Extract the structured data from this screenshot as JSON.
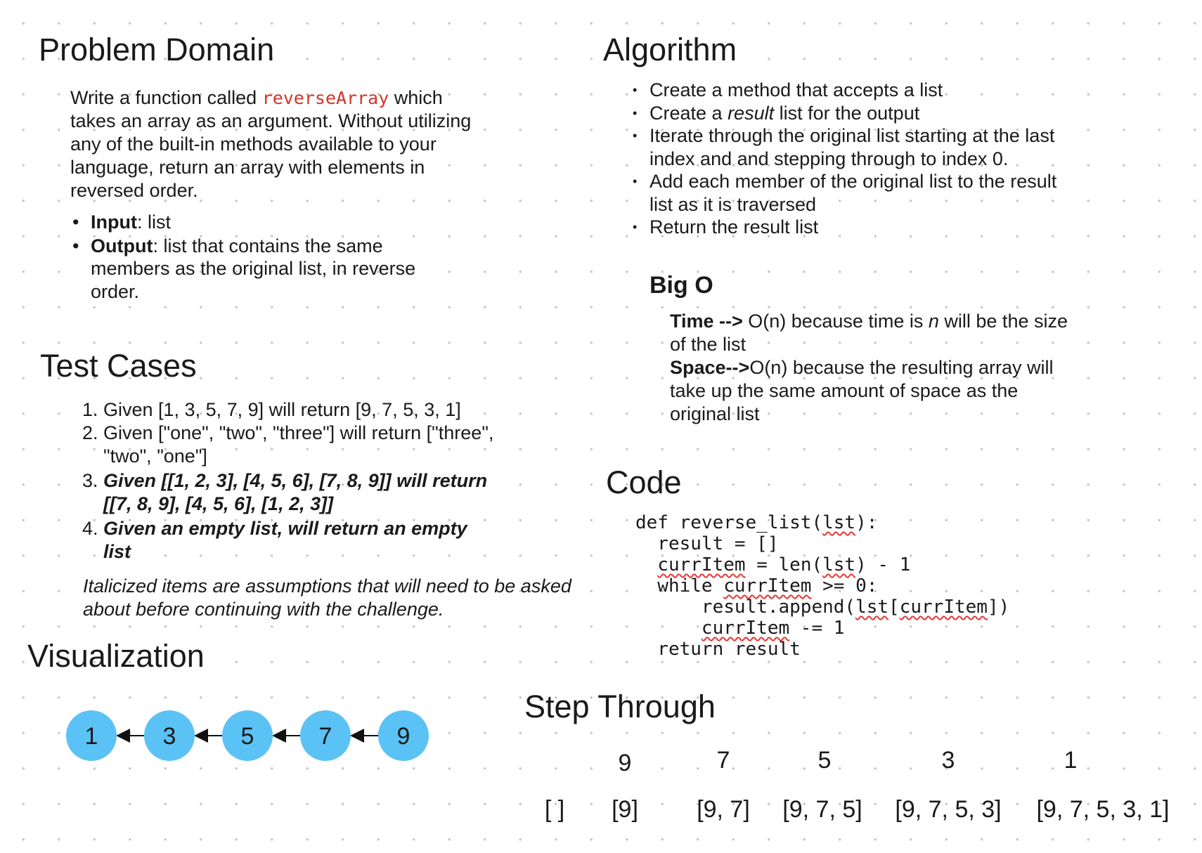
{
  "problem_domain": {
    "title": "Problem Domain",
    "desc_before": "Write a function called ",
    "desc_code": "reverseArray",
    "desc_after": " which takes an array as an argument. Without utilizing any of the built-in methods available to your language, return an array with elements in reversed order.",
    "input_label": "Input",
    "input_text": ": list",
    "output_label": "Output",
    "output_text": ": list that contains the same members as the original list, in reverse order."
  },
  "test_cases": {
    "title": "Test Cases",
    "items": [
      {
        "n": "1.",
        "text": "Given [1, 3, 5, 7, 9] will return [9, 7, 5, 3, 1]"
      },
      {
        "n": "2.",
        "text": "Given [\"one\", \"two\", \"three\"] will return [\"three\", \"two\", \"one\"]"
      },
      {
        "n": "3.",
        "text": "Given [[1, 2, 3], [4, 5, 6], [7, 8, 9]] will return [[7, 8, 9], [4, 5, 6], [1, 2, 3]]"
      },
      {
        "n": "4.",
        "text": "Given an empty list, will return an empty list"
      }
    ],
    "note": "Italicized items are assumptions that will need to be asked about before continuing with the challenge."
  },
  "visualization": {
    "title": "Visualization",
    "nodes": [
      "1",
      "3",
      "5",
      "7",
      "9"
    ],
    "node_color": "#5bc2f5"
  },
  "algorithm": {
    "title": "Algorithm",
    "steps": {
      "s1": "Create a method that accepts a list",
      "s2_before": "Create a ",
      "s2_italic": "result",
      "s2_after": " list for the output",
      "s3": "Iterate through the original list starting at the last index and and stepping through to index 0.",
      "s4": "Add each member of the original list to the result list as it is traversed",
      "s5": "Return the result list"
    },
    "big_o": {
      "title": "Big O",
      "time_label": "Time -->",
      "time_before": " O(n) because time is ",
      "time_italic": "n",
      "time_after": " will be the size of the list",
      "space_label": "Space-->",
      "space_text": "O(n) because the resulting array will take up the same amount of space as the original list"
    }
  },
  "code": {
    "title": "Code",
    "l1_a": "def reverse_list(",
    "l1_b": "lst",
    "l1_c": "):",
    "l2": "  result = []",
    "l3_a": "  ",
    "l3_b": "currItem",
    "l3_c": " = len(",
    "l3_d": "lst",
    "l3_e": ") - 1",
    "l4_a": "  while ",
    "l4_b": "currItem",
    "l4_c": " >= 0:",
    "l5_a": "      result.append(",
    "l5_b": "lst",
    "l5_c": "[",
    "l5_d": "currItem",
    "l5_e": "])",
    "l6_a": "      ",
    "l6_b": "currItem",
    "l6_c": " -= 1",
    "l7": "  return result"
  },
  "step_through": {
    "title": "Step Through",
    "numbers": [
      "9",
      "7",
      "5",
      "3",
      "1"
    ],
    "arrays": [
      "[ ]",
      "[9]",
      "[9, 7]",
      "[9, 7, 5]",
      "[9, 7, 5, 3]",
      "[9, 7, 5, 3, 1]"
    ]
  }
}
